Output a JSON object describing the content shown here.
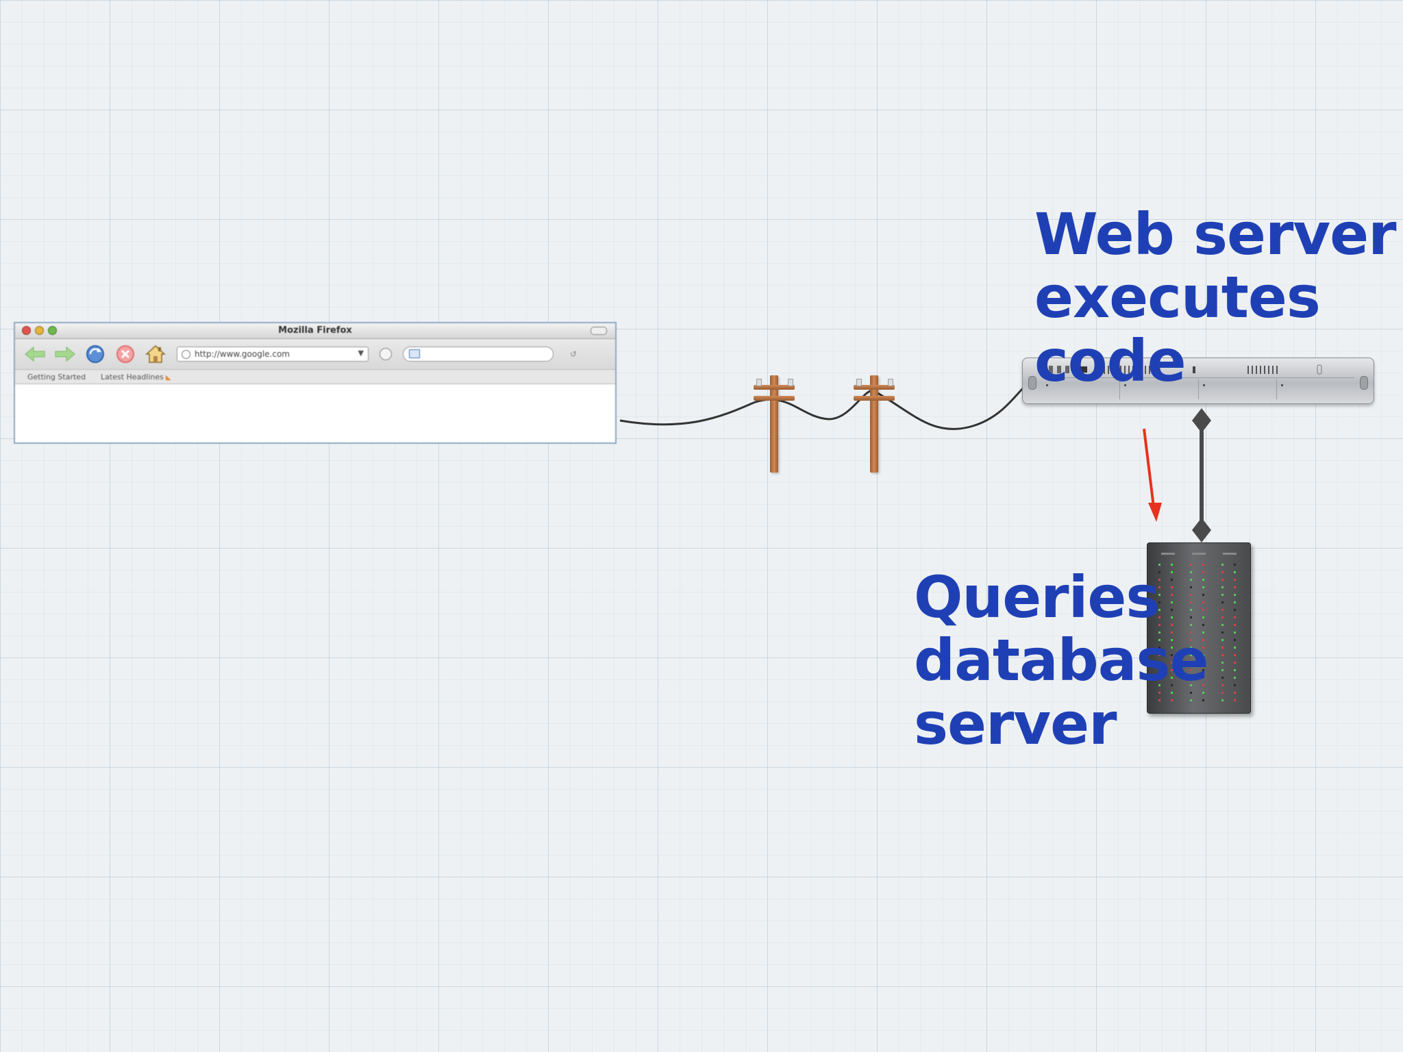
{
  "browser": {
    "title": "Mozilla Firefox",
    "url": "http://www.google.com",
    "bookmarks": [
      "Getting Started",
      "Latest Headlines"
    ]
  },
  "labels": {
    "web_server": [
      "Web server",
      "executes code"
    ],
    "db_server": [
      "Queries",
      "database",
      "server"
    ]
  },
  "colors": {
    "label": "#1f40b5",
    "arrow": "#e8321e",
    "wire": "#333333",
    "connector": "#4a4a4a"
  },
  "icons": [
    "back-arrow-icon",
    "forward-arrow-icon",
    "reload-icon",
    "stop-icon",
    "home-icon",
    "telephone-pole-icon",
    "web-server-icon",
    "database-server-icon"
  ]
}
